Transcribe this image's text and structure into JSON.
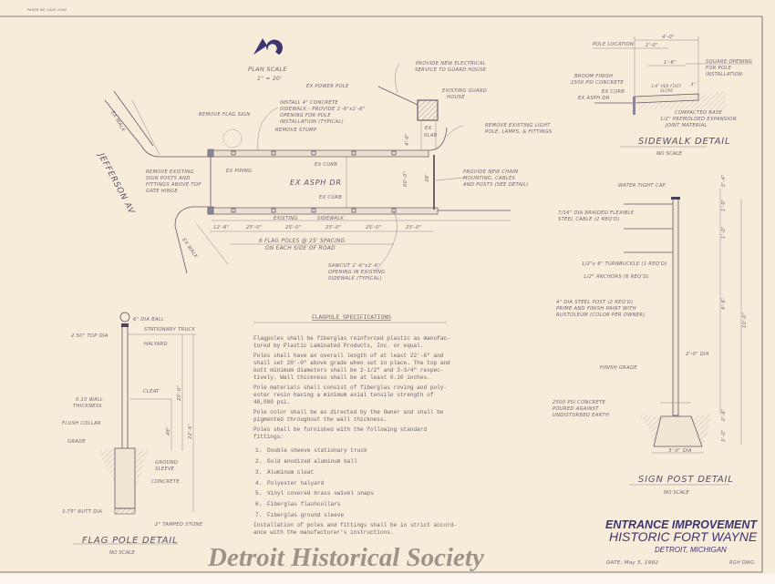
{
  "colors": {
    "paper": "#f7ecd9",
    "ink": "#5e5866",
    "title_ink": "#3c3570",
    "watermark": "#8d857b"
  },
  "corner_stamp": "PAPER NO 1000 1000",
  "north_arrow": "north-arrow",
  "plan": {
    "scale_label": "PLAN SCALE",
    "scale_value": "1\" = 20'",
    "street": "JEFFERSON AV",
    "notes": {
      "power_pole": "EX POWER POLE",
      "electrical": [
        "PROVIDE NEW ELECTRICAL",
        "SERVICE TO GUARD HOUSE"
      ],
      "guard_house": [
        "EXISTING GUARD",
        "HOUSE"
      ],
      "sidewalk": [
        "INSTALL 4\" CONCRETE",
        "SIDEWALK - PROVIDE 1'-6\"x1'-6\"",
        "OPENING FOR POLE",
        "INSTALLATION (TYPICAL)"
      ],
      "remove_flag": "REMOVE FLAG SIGN",
      "remove_stump": "REMOVE STUMP",
      "remove_light": [
        "REMOVE EXISTING LIGHT",
        "POLE, LAMPS, & FITTINGS"
      ],
      "chain": [
        "PROVIDE NEW CHAIN",
        "MOUNTING, CABLES",
        "AND POSTS (SEE DETAIL)"
      ],
      "remove_sign": [
        "REMOVE EXISTING",
        "SIGN POSTS AND",
        "FITTINGS ABOVE TOP",
        "GATE HINGE"
      ],
      "ex_piping": "EX PIPING",
      "ex_curb_top": "EX CURB",
      "ex_curb_bottom": "EX CURB",
      "ex_asph": "EX ASPH DR",
      "ex_walk_top": "EX WALK",
      "ex_walk_bottom": "EX WALK",
      "existing_sidewalk": [
        "EXISTING",
        "SIDEWALK"
      ],
      "ex_slab": [
        "EX",
        "SLAB"
      ],
      "dim_side": "4'-0\"",
      "dim_road": "60'-0\"",
      "dim_right": "38'",
      "spacing": [
        "6 FLAG POLES @ 25' SPACING",
        "ON EACH SIDE OF ROAD"
      ],
      "sawcut": [
        "SAWCUT 1'-6\"x1'-6\"",
        "OPENING IN EXISTING",
        "SIDEWALK (TYPICAL)"
      ]
    },
    "dimensions": [
      "12'-6\"",
      "25'-0\"",
      "25'-0\"",
      "25'-0\"",
      "25'-0\"",
      "25'-0\""
    ]
  },
  "sidewalk_detail": {
    "title": "SIDEWALK DETAIL",
    "scale": "NO SCALE",
    "labels": {
      "pole_location": "POLE LOCATION",
      "dim_total": "4'-0\"",
      "dim_2": "2'-0\"",
      "dim_1": "1'-6\"",
      "square_opening": [
        "SQUARE OPENING",
        "FOR POLE",
        "INSTALLATION"
      ],
      "broom": [
        "BROOM FINISH",
        "2500 PSI CONCRETE"
      ],
      "ex_curb": "EX CURB",
      "ex_asph": "EX ASPH DR",
      "slope": [
        "1/4\" PER FOOT",
        "SLOPE"
      ],
      "compacted": "COMPACTED BASE",
      "expansion": [
        "1/2\" PREMOLDED EXPANSION",
        "JOINT MATERIAL"
      ],
      "thickness": "4\""
    }
  },
  "sign_post_detail": {
    "title": "SIGN POST DETAIL",
    "scale": "NO SCALE",
    "labels": {
      "cap": "WATER TIGHT CAP",
      "cable": [
        "7/16\" DIA BRAIDED FLEXIBLE",
        "STEEL CABLE (2 REQ'D)"
      ],
      "turnbuckle": "1/2\"x 6\" TURNBUCKLE (1 REQ'D)",
      "anchors": "1/2\" ANCHORS (6 REQ'D)",
      "post": [
        "4\" DIA STEEL POST (2 REQ'D)",
        "PRIME AND FINISH PAINT WITH",
        "RUSTOLEUM (COLOR PER OWNER)"
      ],
      "finish_grade": "FINISH GRADE",
      "concrete": [
        "2500 PSI CONCRETE",
        "POURED AGAINST",
        "UNDISTURBED EARTH"
      ],
      "top_dia": "2'-0\" DIA",
      "bottom_dia": "3'-0\" DIA",
      "dims": [
        "0'-4\"",
        "1'-0\"",
        "1'-0\"",
        "4'-6\"",
        "0'-6\"",
        "5'-0\"",
        "10'-0\""
      ]
    }
  },
  "flag_pole_detail": {
    "title": "FLAG POLE DETAIL",
    "scale": "NO SCALE",
    "labels": {
      "ball": "6\" DIA BALL",
      "truck": "STATIONARY TRUCK",
      "top_dia": "2.50\" TOP DIA",
      "halyard": "HALYARD",
      "cleat": "CLEAT",
      "wall": [
        "0.10 WALL",
        "THICKNESS"
      ],
      "flush_collar": "FLUSH COLLAR",
      "grade": "GRADE",
      "sleeve": [
        "GROUND",
        "SLEEVE"
      ],
      "concrete": "CONCRETE",
      "butt_dia": "3.75\" BUTT DIA",
      "stone": "2\" TAMPED STONE",
      "dims": [
        "20'-0\"",
        "48\"",
        "22'-6\""
      ]
    }
  },
  "specifications": {
    "heading": "FLAGPOLE SPECIFICATIONS",
    "paragraphs": [
      [
        "Flagpoles shall be fiberglas reinforced plastic as manufac-",
        "tured by Plastic Laminated Products, Inc. or equal."
      ],
      [
        "Poles shall have an overall length of at least 22'-6\" and",
        "shall set 20'-0\" above grade when set in place.  The top and",
        "butt minimum diameters shall be 2-1/2\" and 3-3/4\" respec-",
        "tively.  Wall thickness shall be at least 0.10 inches."
      ],
      [
        "Pole materials shall consist of fiberglas roving and poly-",
        "ester resin having a minimum axial tensile strength of",
        "40,000 psi."
      ],
      [
        "Pole color shall be as directed by the Owner and shall be",
        "pigmented throughout the wall thickness."
      ],
      [
        "Poles shall be furnished with the following standard",
        "fittings:"
      ]
    ],
    "fittings": [
      {
        "num": "1.",
        "text": "Double sheeve stationary truck"
      },
      {
        "num": "2.",
        "text": "Gold anodized aluminum ball"
      },
      {
        "num": "3.",
        "text": "Aluminum cleat"
      },
      {
        "num": "4.",
        "text": "Polyester halyard"
      },
      {
        "num": "5.",
        "text": "Vinyl covered brass swivel snaps"
      },
      {
        "num": "6.",
        "text": "Fiberglas flashcollars"
      },
      {
        "num": "7.",
        "text": "Fiberglas ground sleeve"
      }
    ],
    "closing": [
      "Installation of poles and fittings shall be in strict accord-",
      "ance with the manufacturer's instructions."
    ]
  },
  "title_block": {
    "line1": "ENTRANCE IMPROVEMENT",
    "line2": "HISTORIC FORT WAYNE",
    "line3": "DETROIT, MICHIGAN",
    "date": "DATE: May 5, 1982",
    "drawn": "RGH  DWG"
  },
  "watermark": "Detroit Historical Society"
}
